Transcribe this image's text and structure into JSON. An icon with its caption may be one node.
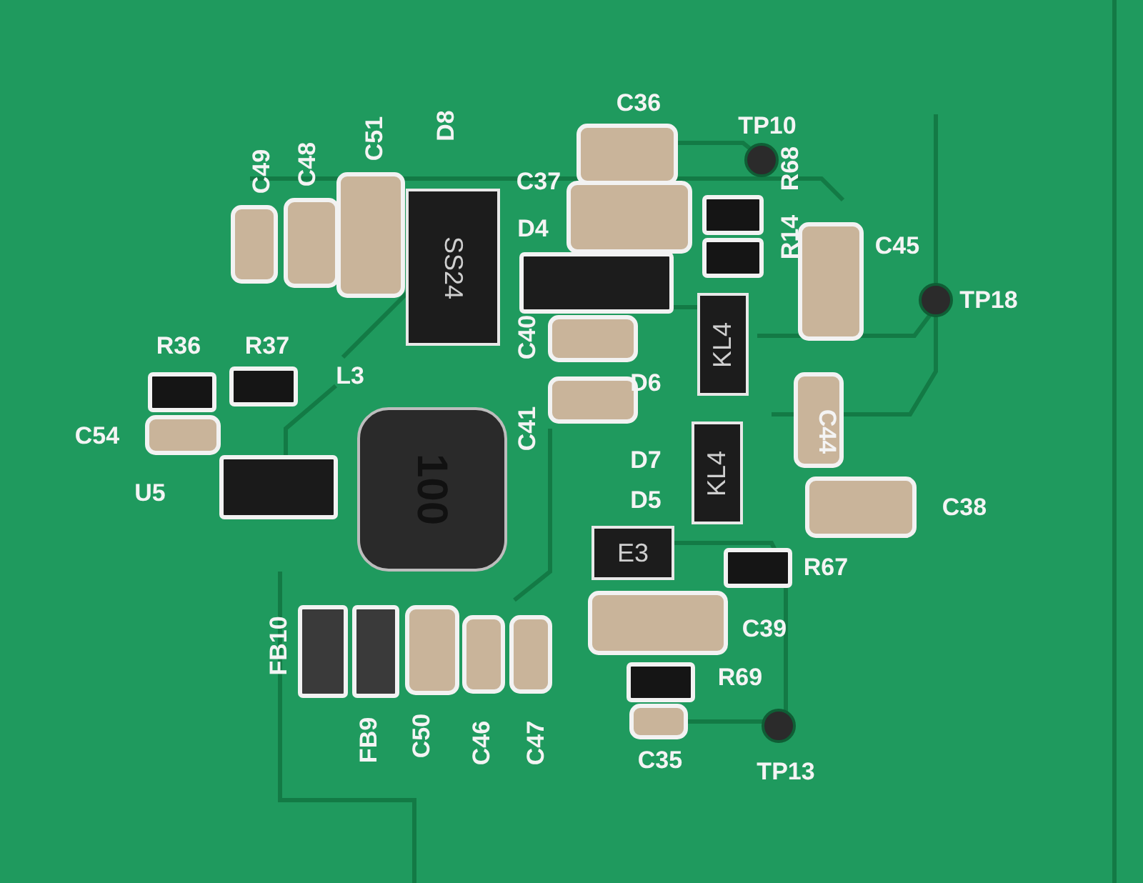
{
  "diagram": {
    "nodes": [
      {
        "text": [
          "SS24"
        ]
      },
      {
        "text": [
          "100"
        ]
      },
      {
        "text": [
          "KL4"
        ]
      },
      {
        "text": [
          "KL4"
        ]
      },
      {
        "text": [
          "E3"
        ]
      }
    ],
    "labels": [
      "C36",
      "TP10",
      "D8",
      "C51",
      "C49",
      "C48",
      "C37",
      "R68",
      "D4",
      "C45",
      "R14",
      "TP18",
      "R36",
      "R37",
      "C40",
      "L3",
      "D6",
      "C44",
      "C54",
      "C41",
      "U5",
      "D7",
      "D5",
      "C38",
      "R67",
      "FB10",
      "C39",
      "R69",
      "FB9",
      "C50",
      "C46",
      "C47",
      "C35",
      "TP13"
    ]
  }
}
